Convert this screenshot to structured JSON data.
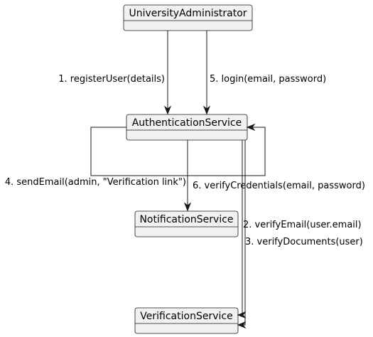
{
  "participants": [
    {
      "id": "admin",
      "name": "UniversityAdministrator"
    },
    {
      "id": "auth",
      "name": "AuthenticationService"
    },
    {
      "id": "notif",
      "name": "NotificationService"
    },
    {
      "id": "verif",
      "name": "VerificationService"
    }
  ],
  "messages": [
    {
      "id": "m1",
      "from": "admin",
      "to": "auth",
      "label": "1. registerUser(details)"
    },
    {
      "id": "m2",
      "from": "auth",
      "to": "verif",
      "label": "2. verifyEmail(user.email)"
    },
    {
      "id": "m3",
      "from": "auth",
      "to": "verif",
      "label": "3. verifyDocuments(user)"
    },
    {
      "id": "m4",
      "from": "auth",
      "to": "notif",
      "label": "4. sendEmail(admin, \"Verification link\")"
    },
    {
      "id": "m5",
      "from": "admin",
      "to": "auth",
      "label": "5. login(email, password)"
    },
    {
      "id": "m6",
      "from": "auth",
      "to": "auth",
      "label": "6. verifyCredentials(email, password)"
    }
  ]
}
